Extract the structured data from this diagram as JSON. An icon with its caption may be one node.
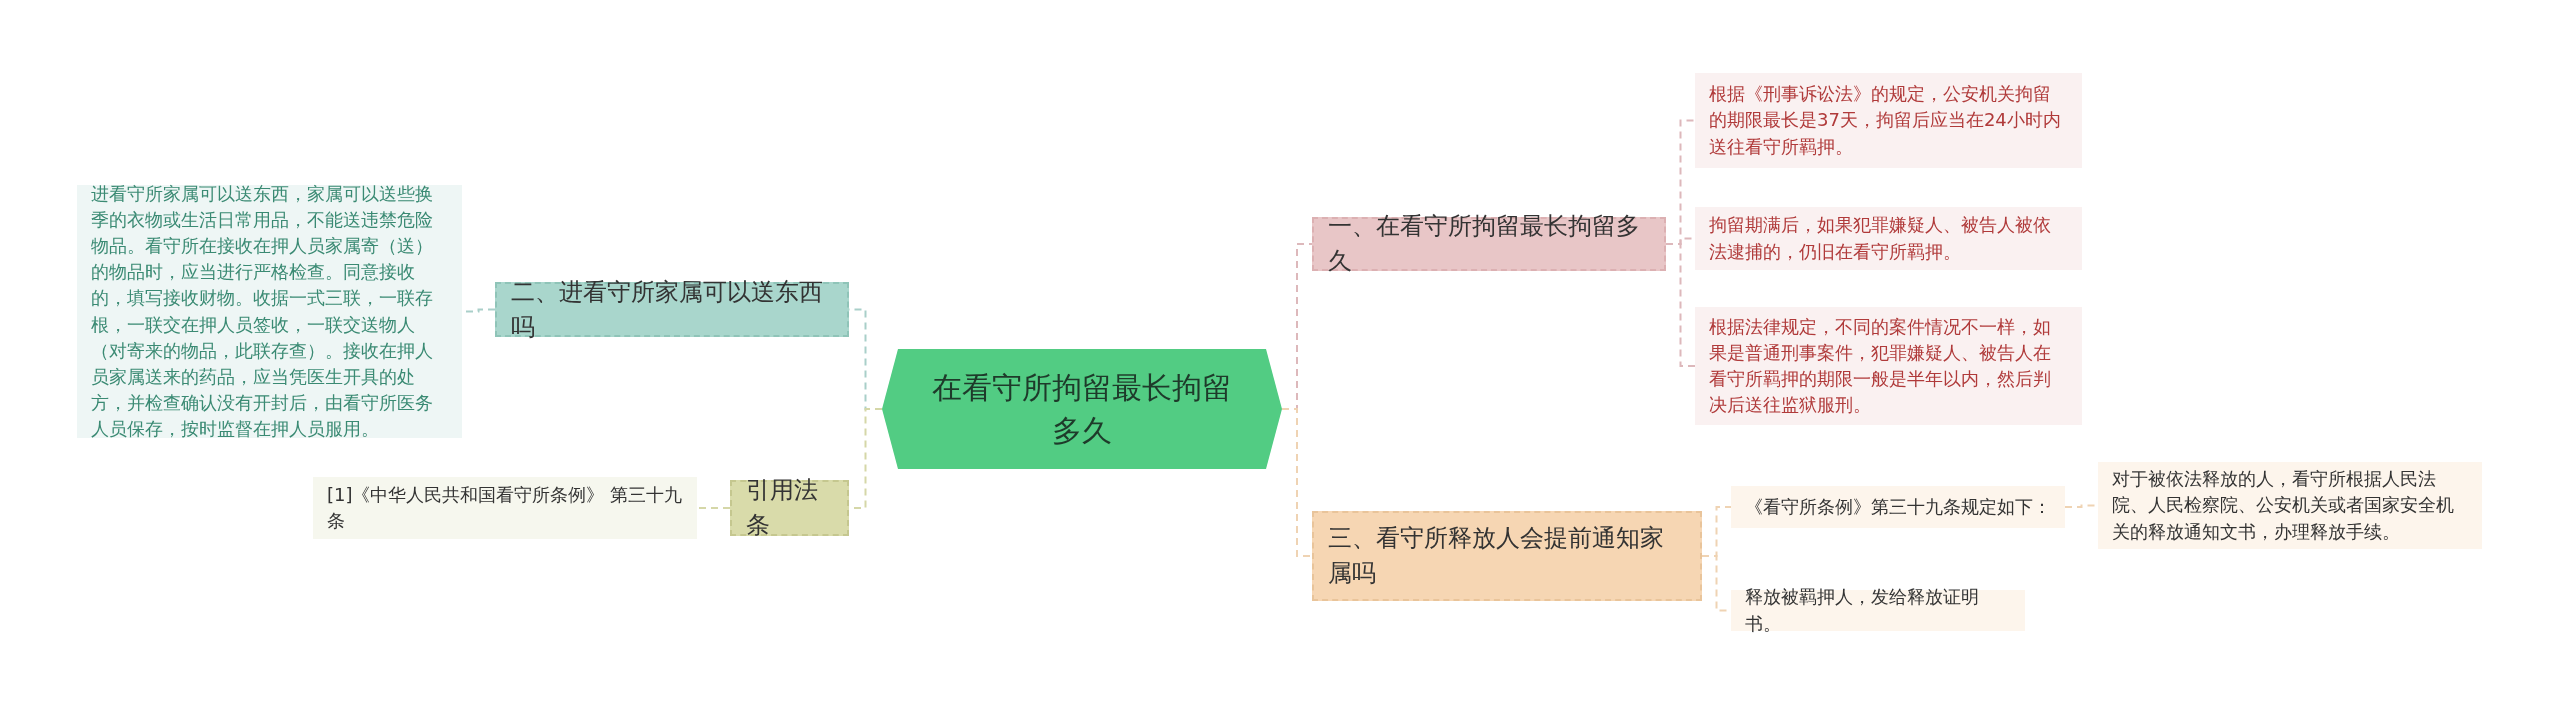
{
  "diagram": {
    "nodes": [
      {
        "text": [
          "在看守所拘留最长拘留多久"
        ]
      },
      {
        "text": [
          "一、在看守所拘留最长拘留多久"
        ]
      },
      {
        "text": [
          "根据《刑事诉讼法》的规定，公安机关拘留的期限最长是37天，拘留后应当在24小时内送往看守所羁押。"
        ]
      },
      {
        "text": [
          "拘留期满后，如果犯罪嫌疑人、被告人被依法逮捕的，仍旧在看守所羁押。"
        ]
      },
      {
        "text": [
          "根据法律规定，不同的案件情况不一样，如果是普通刑事案件，犯罪嫌疑人、被告人在看守所羁押的期限一般是半年以内，然后判决后送往监狱服刑。"
        ]
      },
      {
        "text": [
          "三、看守所释放人会提前通知家属吗"
        ]
      },
      {
        "text": [
          "《看守所条例》第三十九条规定如下："
        ]
      },
      {
        "text": [
          "对于被依法释放的人，看守所根据人民法院、人民检察院、公安机关或者国家安全机关的释放通知文书，办理释放手续。"
        ]
      },
      {
        "text": [
          "释放被羁押人，发给释放证明书。"
        ]
      },
      {
        "text": [
          "二、进看守所家属可以送东西吗"
        ]
      },
      {
        "text": [
          "进看守所家属可以送东西，家属可以送些换季的衣物或生活日常用品，不能送违禁危险物品。看守所在接收在押人员家属寄（送）的物品时，应当进行严格检查。同意接收的，填写接收财物。收据一式三联，一联存根，一联交在押人员签收，一联交送物人（对寄来的物品，此联存查）。接收在押人员家属送来的药品，应当凭医生开具的处方，并检查确认没有开封后，由看守所医务人员保存，按时监督在押人员服用。"
        ]
      },
      {
        "text": [
          "引用法条"
        ]
      },
      {
        "text": [
          "[1]《中华人民共和国看守所条例》 第三十九条"
        ]
      }
    ],
    "edges": [
      {
        "from": 0,
        "to": 1,
        "arrow": "none",
        "style": "dashed",
        "color": "#ddb8bb"
      },
      {
        "from": 1,
        "to": 2,
        "arrow": "none",
        "style": "dashed",
        "color": "#ddb8bb"
      },
      {
        "from": 1,
        "to": 3,
        "arrow": "none",
        "style": "dashed",
        "color": "#ddb8bb"
      },
      {
        "from": 1,
        "to": 4,
        "arrow": "none",
        "style": "dashed",
        "color": "#ddb8bb"
      },
      {
        "from": 0,
        "to": 5,
        "arrow": "none",
        "style": "dashed",
        "color": "#efd3b3"
      },
      {
        "from": 5,
        "to": 6,
        "arrow": "none",
        "style": "dashed",
        "color": "#efd3b3"
      },
      {
        "from": 6,
        "to": 7,
        "arrow": "none",
        "style": "dashed",
        "color": "#efd3b3"
      },
      {
        "from": 5,
        "to": 8,
        "arrow": "none",
        "style": "dashed",
        "color": "#efd3b3"
      },
      {
        "from": 0,
        "to": 9,
        "arrow": "none",
        "style": "dashed",
        "color": "#a9cfc9"
      },
      {
        "from": 9,
        "to": 10,
        "arrow": "none",
        "style": "dashed",
        "color": "#a9cfc9"
      },
      {
        "from": 0,
        "to": 11,
        "arrow": "none",
        "style": "dashed",
        "color": "#d5d7a8"
      },
      {
        "from": 11,
        "to": 12,
        "arrow": "none",
        "style": "dashed",
        "color": "#d5d7a8"
      }
    ]
  }
}
